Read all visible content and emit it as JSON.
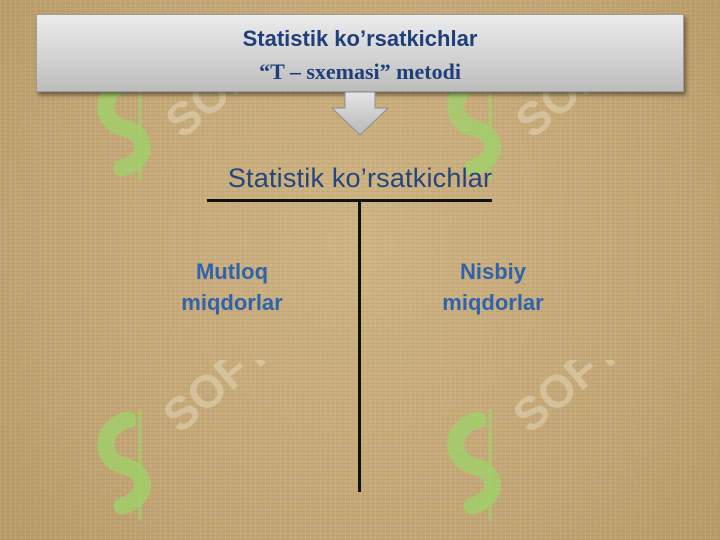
{
  "header": {
    "title": "Statistik ko’rsatkichlar",
    "subtitle": "“T – sxemasi” metodi"
  },
  "diagram": {
    "title": "Statistik ko’rsatkichlar",
    "left_branch": [
      "Mutloq",
      "miqdorlar"
    ],
    "right_branch": [
      "Nisbiy",
      "miqdorlar"
    ]
  },
  "watermark": {
    "text": "SOFT",
    "icon": "logo-s-icon"
  },
  "colors": {
    "background": "#c7ab7a",
    "banner": "#d4d3d3",
    "banner_text": "#1f3f7a",
    "title_text": "#24457e",
    "branch_text": "#2f63ad",
    "watermark": "#9fd36a",
    "t_lines": "#111111"
  }
}
